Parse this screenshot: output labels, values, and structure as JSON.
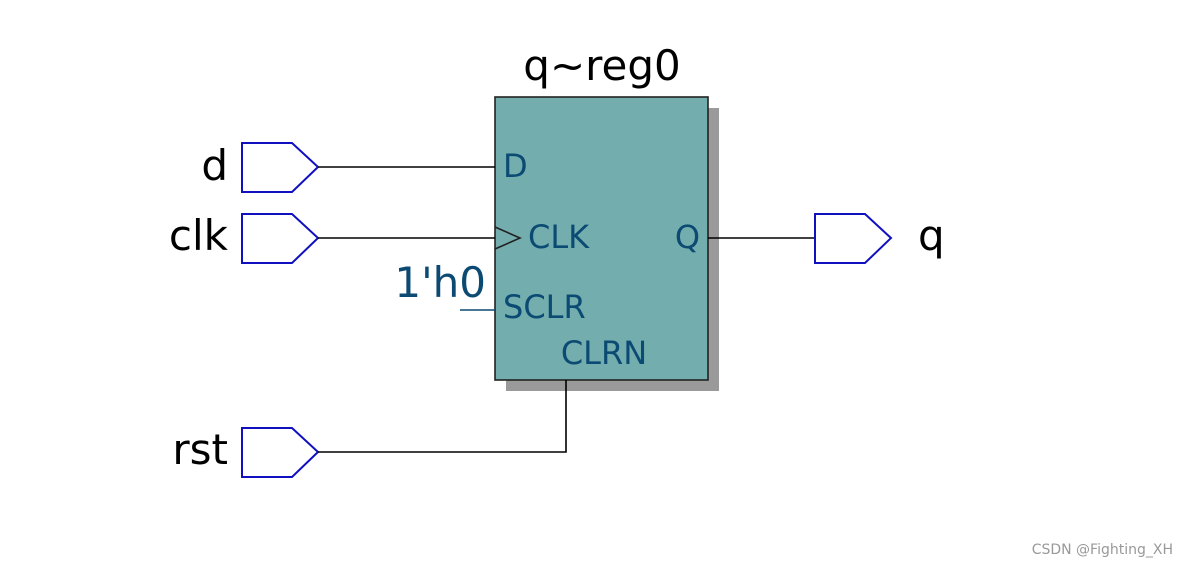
{
  "register": {
    "name": "q~reg0",
    "pins": {
      "d": "D",
      "clk": "CLK",
      "sclr": "SCLR",
      "clrn": "CLRN",
      "q": "Q"
    },
    "sclr_const": "1'h0"
  },
  "ports": {
    "inputs": [
      "d",
      "clk",
      "rst"
    ],
    "outputs": [
      "q"
    ]
  },
  "colors": {
    "register_fill": "#73adad",
    "register_shadow": "#9a9a9a",
    "port_outline": "#1010c0",
    "pin_text": "#0b4a73",
    "wire": "#000000"
  },
  "watermark": "CSDN @Fighting_XH"
}
